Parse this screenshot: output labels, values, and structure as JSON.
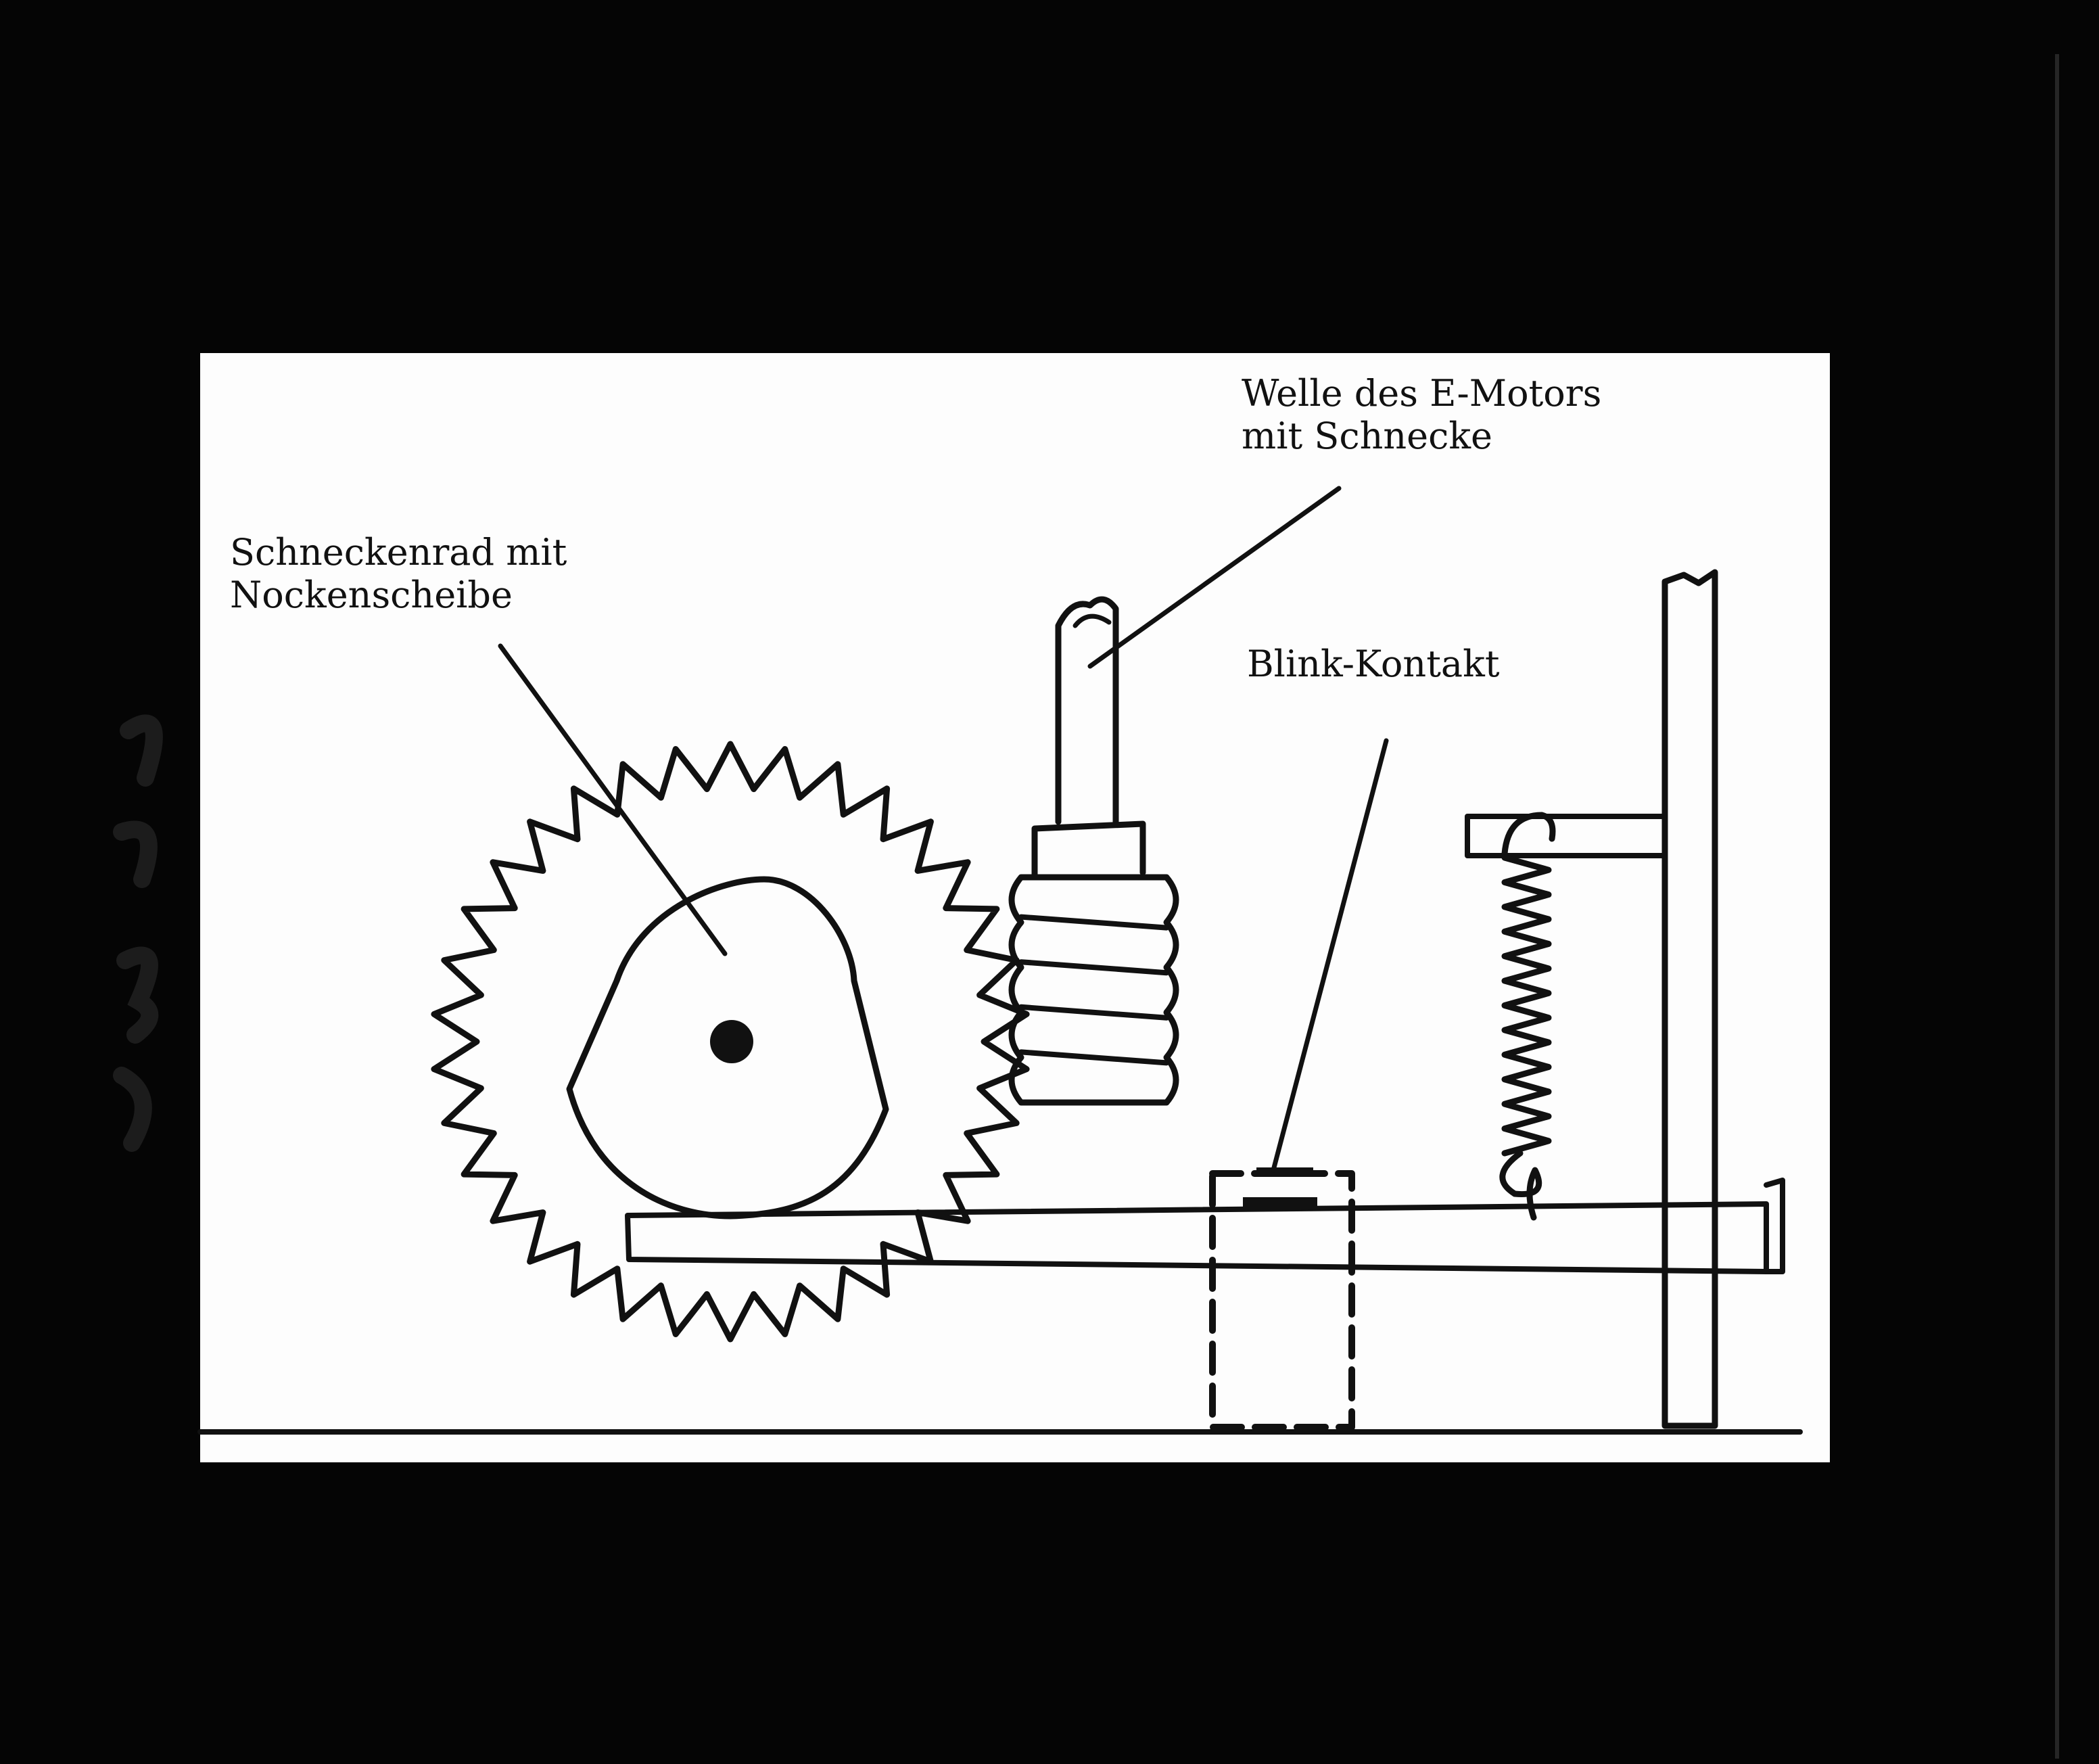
{
  "labels": {
    "worm_wheel": {
      "line1": "Schneckenrad mit",
      "line2": "Nockenscheibe"
    },
    "motor_shaft": {
      "line1": "Welle des E-Motors",
      "line2": "mit Schnecke"
    },
    "blink_contact": "Blink-Kontakt"
  },
  "colors": {
    "background": "#050505",
    "paper": "#fdfdfd",
    "ink": "#111111"
  }
}
